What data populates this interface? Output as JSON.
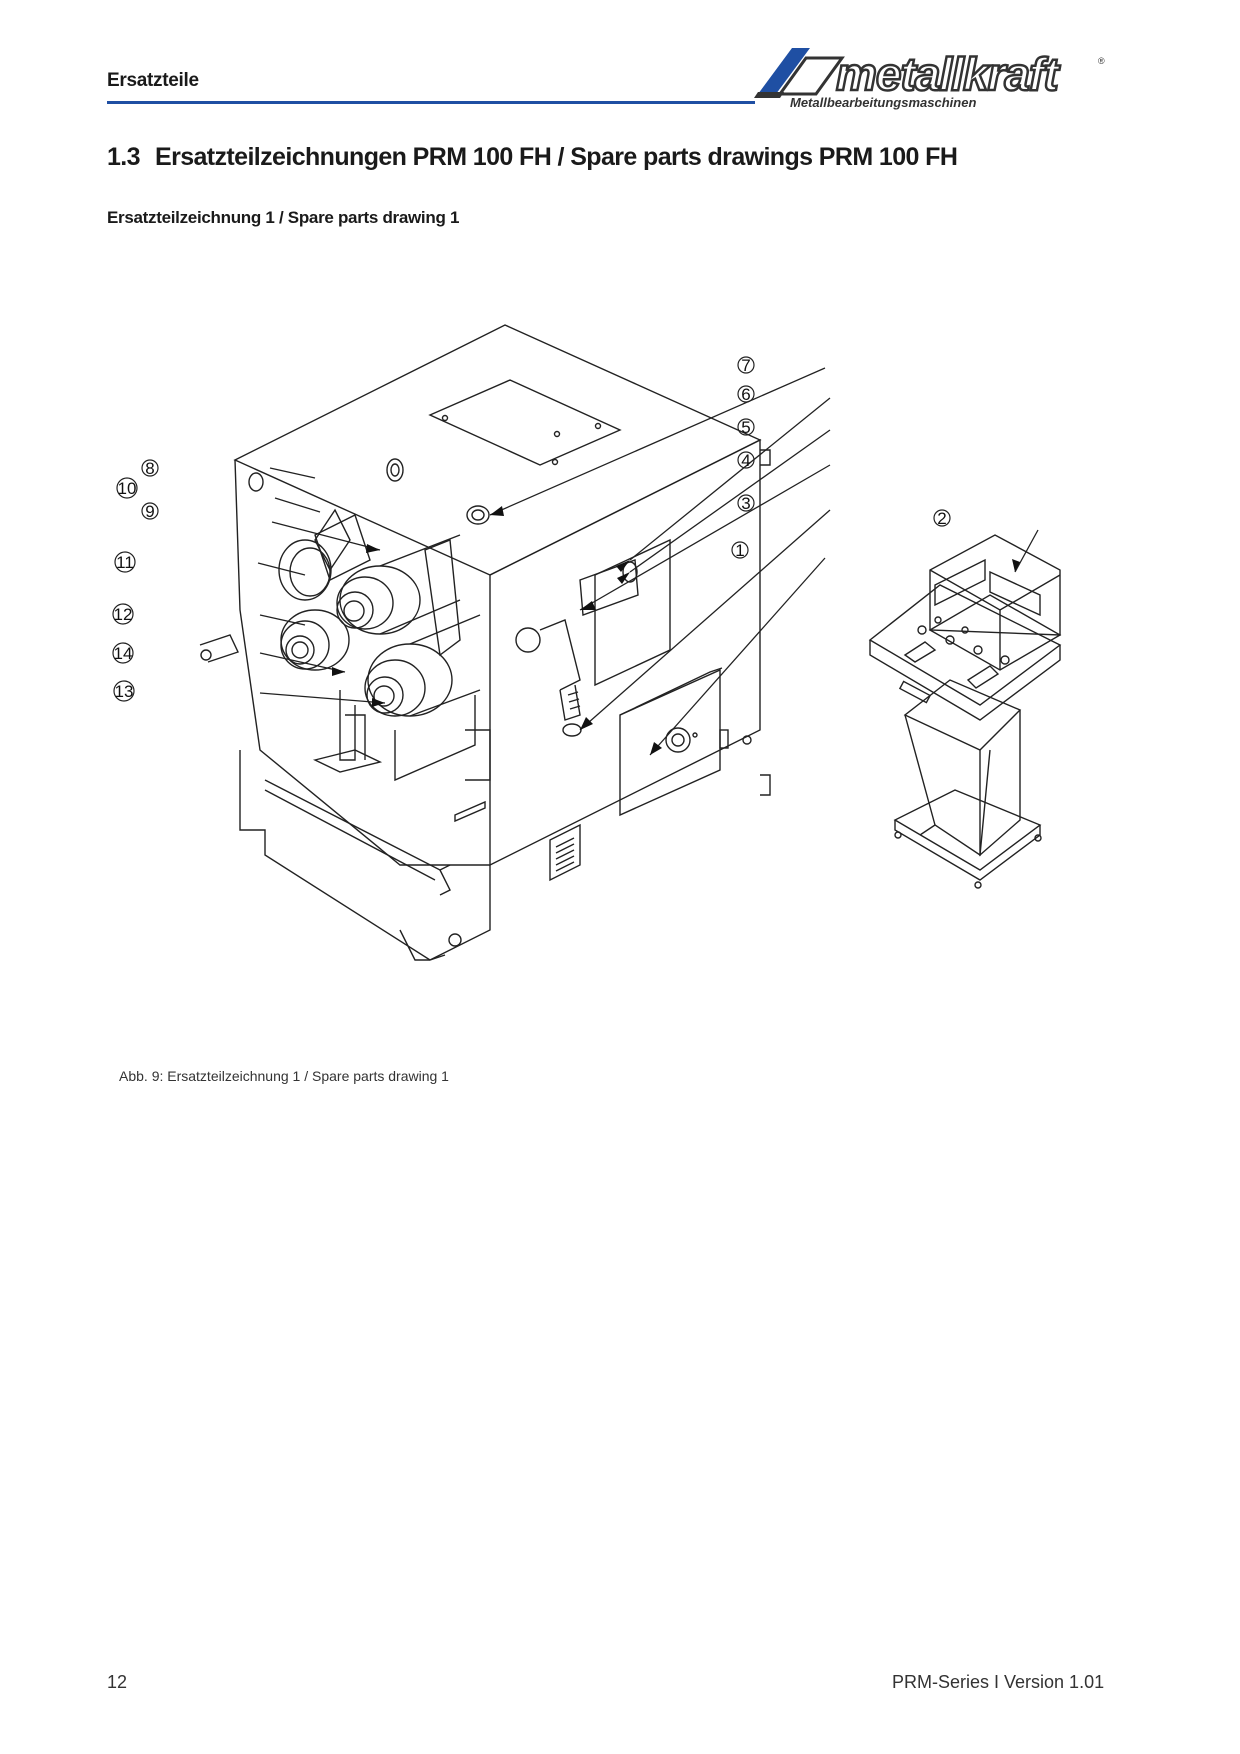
{
  "header": {
    "section_label": "Ersatzteile",
    "logo_text": "metallkraft",
    "logo_tagline": "Metallbearbeitungsmaschinen",
    "accent_color": "#1f4fa3"
  },
  "heading": {
    "number": "1.3",
    "title": "Ersatzteilzeichnungen PRM 100 FH / Spare parts drawings PRM 100 FH"
  },
  "subheading": "Ersatzteilzeichnung 1 / Spare parts drawing 1",
  "figure": {
    "callouts": [
      "1",
      "2",
      "3",
      "4",
      "5",
      "6",
      "7",
      "8",
      "9",
      "10",
      "11",
      "12",
      "13",
      "14"
    ],
    "caption": "Abb. 9: Ersatzteilzeichnung 1 / Spare parts drawing 1"
  },
  "footer": {
    "page_number": "12",
    "version": "PRM-Series I Version 1.01"
  }
}
